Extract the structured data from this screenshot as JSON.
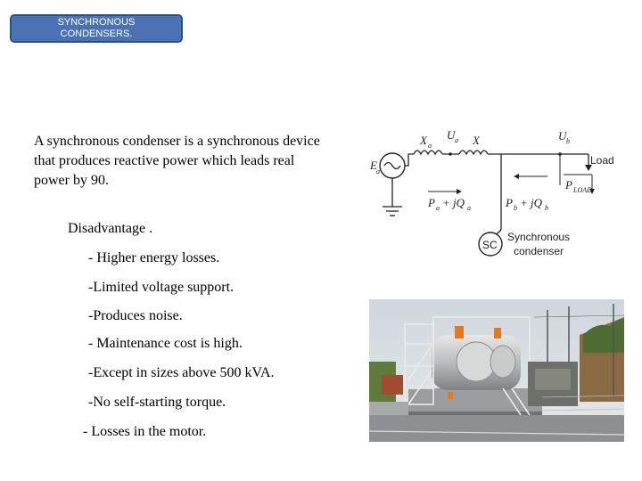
{
  "title": {
    "line1": "SYNCHRONOUS",
    "line2": "CONDENSERS."
  },
  "intro": {
    "line1": "A synchronous condenser is a synchronous device",
    "line2": "that produces reactive power which leads real",
    "line3": "power by 90."
  },
  "disadvantages": {
    "heading": "Disadvantage .",
    "items": [
      "- Higher energy losses.",
      "-Limited voltage support.",
      "-Produces noise.",
      "- Maintenance cost is high.",
      "-Except in sizes above 500 kVA.",
      "-No self-starting torque.",
      "- Losses in the motor."
    ]
  },
  "diagram": {
    "source": "E",
    "source_sub": "a",
    "xa": "X",
    "xa_sub": "a",
    "ua": "U",
    "ua_sub": "a",
    "x": "X",
    "ub": "U",
    "ub_sub": "b",
    "load": "Load",
    "pload": "P",
    "pload_sub": "LOAD",
    "pa": "P",
    "pa_sub": "a",
    "jqa": "+ jQ",
    "jqa_sub": "a",
    "pb": "P",
    "pb_sub": "b",
    "jqb": "+ jQ",
    "jqb_sub": "b",
    "sc": "SC",
    "sc_label_1": "Synchronous",
    "sc_label_2": "condenser"
  },
  "colors": {
    "title_bg": "#4a72b4",
    "title_border": "#2e4f86"
  }
}
